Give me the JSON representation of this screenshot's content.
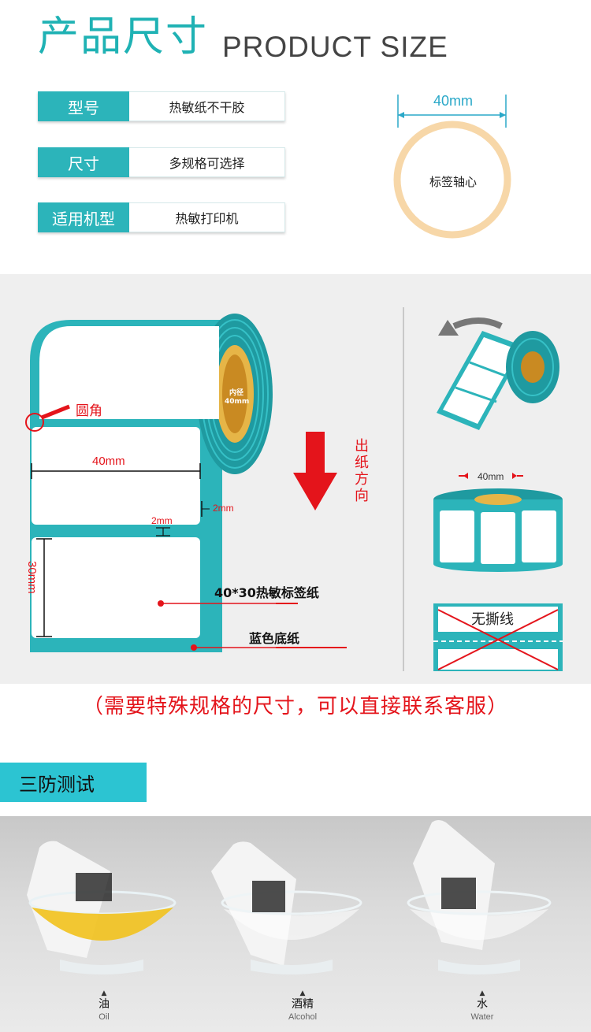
{
  "header": {
    "title_cn": "产品尺寸",
    "title_en": "PRODUCT SIZE"
  },
  "specs": [
    {
      "key": "型号",
      "value": "热敏纸不干胶"
    },
    {
      "key": "尺寸",
      "value": "多规格可选择"
    },
    {
      "key": "适用机型",
      "value": "热敏打印机"
    }
  ],
  "core": {
    "width": "40mm",
    "label": "标签轴心"
  },
  "diagram": {
    "round_corner": "圆角",
    "width": "40mm",
    "gap_right": "2mm",
    "gap_between": "2mm",
    "height": "30mm",
    "inner_dia_line1": "内径",
    "inner_dia_line2": "40mm",
    "direction": "出纸方向",
    "label_spec": "40*30热敏标签纸",
    "backing": "蓝色底纸",
    "roll_side_width": "40mm",
    "no_tear": "无撕线"
  },
  "note": "（需要特殊规格的尺寸，可以直接联系客服）",
  "test": {
    "tab": "三防测试",
    "items": [
      {
        "cn": "油",
        "en": "Oil"
      },
      {
        "cn": "酒精",
        "en": "Alcohol"
      },
      {
        "cn": "水",
        "en": "Water"
      }
    ]
  },
  "colors": {
    "teal": "#2cb4ba",
    "red": "#e4141b",
    "core_ring": "#f7d7a8"
  }
}
